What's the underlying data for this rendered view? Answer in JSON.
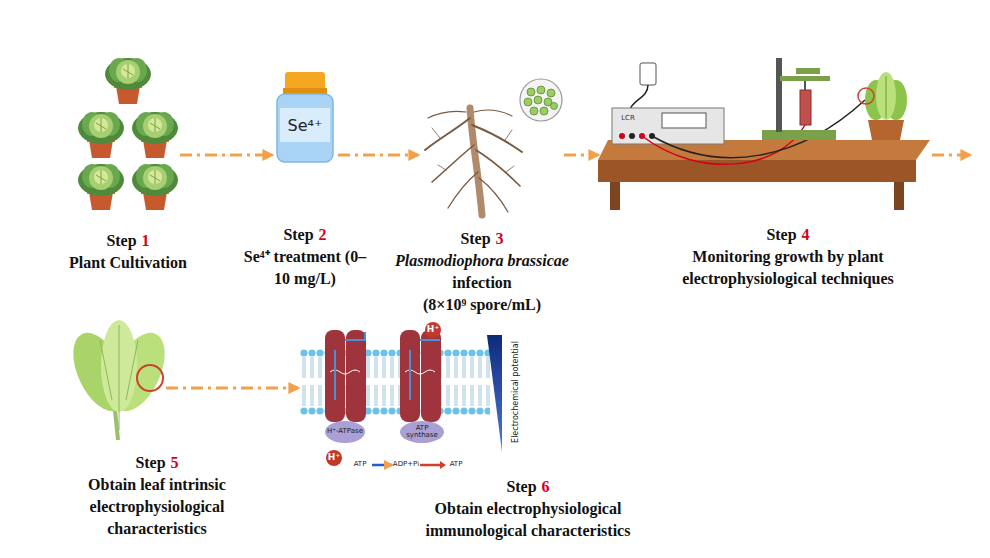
{
  "diagram": {
    "nodes": [
      {
        "text": [
          "Step",
          "1",
          "Plant Cultivation"
        ]
      },
      {
        "text": [
          "Step",
          "2",
          "Se⁴⁺ treatment (0–10 mg/L)"
        ]
      },
      {
        "text": [
          "Step",
          "3",
          "Plasmodiophora brassicae",
          "infection",
          "(8×10⁹ spore/mL)"
        ]
      },
      {
        "text": [
          "Step",
          "4",
          "Monitoring growth by plant electrophysiological techniques"
        ]
      },
      {
        "text": [
          "Step",
          "5",
          "Obtain leaf intrinsic electrophysiological characteristics"
        ]
      },
      {
        "text": [
          "Step",
          "6",
          "Obtain electrophysiological immunological characteristics"
        ]
      }
    ],
    "edges": [
      {
        "from": 0,
        "to": 1,
        "arrow": "to"
      },
      {
        "from": 1,
        "to": 2,
        "arrow": "to"
      },
      {
        "from": 2,
        "to": 3,
        "arrow": "to"
      },
      {
        "from": 4,
        "to": 5,
        "arrow": "to"
      }
    ],
    "labels": [
      "Se⁴⁺",
      "LCR",
      "H⁺",
      "H⁺",
      "H⁺-ATPase",
      "ATP synthase",
      "ATP",
      "ADP+Pi",
      "ATP",
      "Electrochemical potential"
    ]
  }
}
